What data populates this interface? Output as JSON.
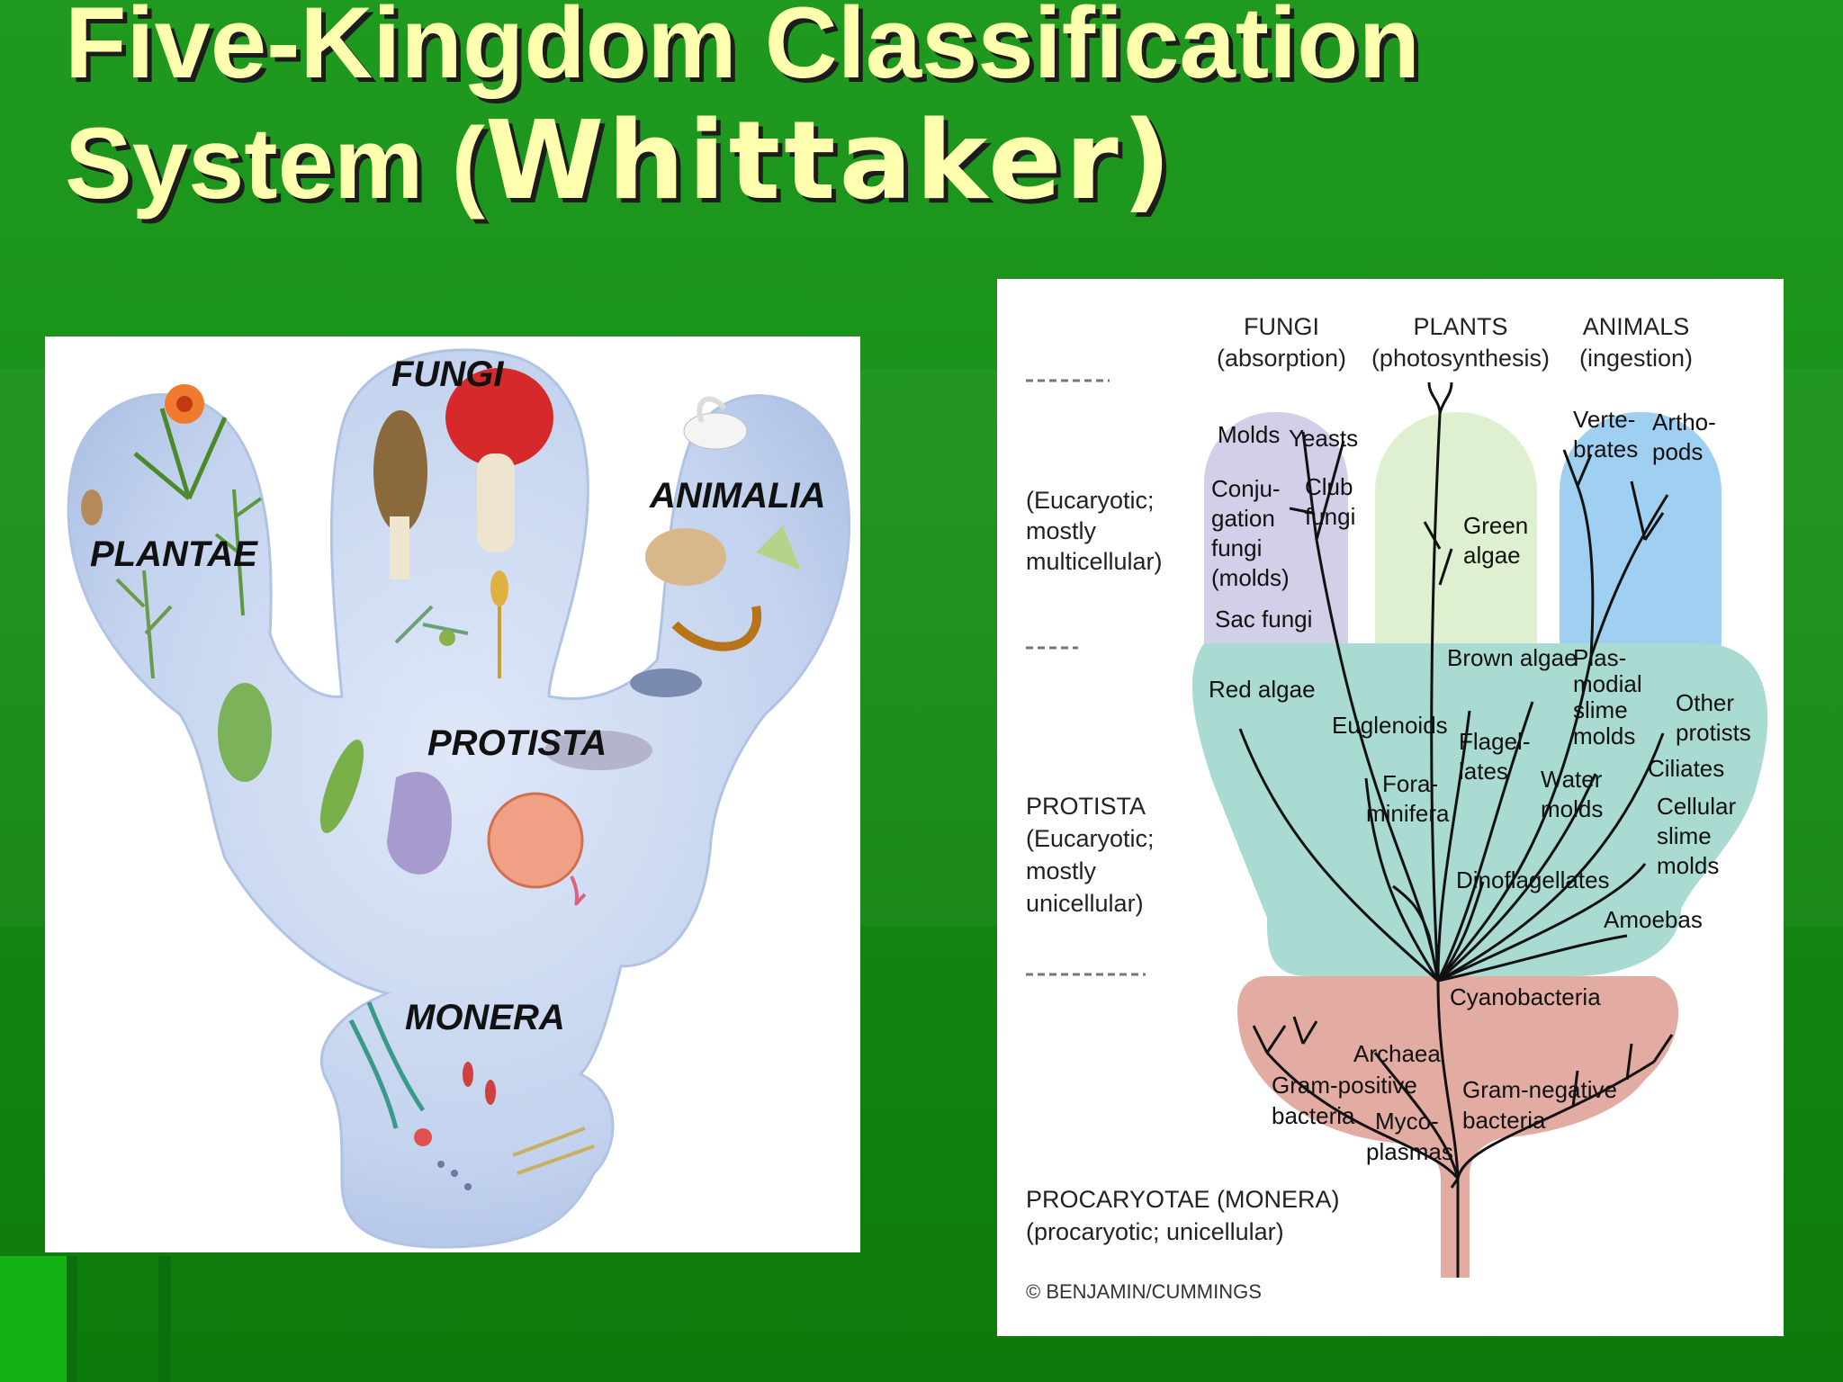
{
  "slide": {
    "title_line1": "Five-Kingdom Classification",
    "title_line2_prefix": "System (",
    "title_line2_emphasis": "Whittaker)"
  },
  "left_figure": {
    "kingdoms": {
      "plantae": "PLANTAE",
      "fungi": "FUNGI",
      "animalia": "ANIMALIA",
      "protista": "PROTISTA",
      "monera": "MONERA"
    }
  },
  "right_figure": {
    "headers": {
      "fungi": "FUNGI",
      "fungi_mode": "(absorption)",
      "plants": "PLANTS",
      "plants_mode": "(photosynthesis)",
      "animals": "ANIMALS",
      "animals_mode": "(ingestion)"
    },
    "side_labels": {
      "eucaryotic_multi": [
        "(Eucaryotic;",
        "mostly",
        "multicellular)"
      ],
      "protista": [
        "PROTISTA",
        "(Eucaryotic;",
        "mostly",
        "unicellular)"
      ],
      "procaryotae": [
        "PROCARYOTAE (MONERA)",
        "(procaryotic; unicellular)"
      ]
    },
    "groups": {
      "molds": "Molds",
      "yeasts": "Yeasts",
      "conjugation_fungi": [
        "Conju-",
        "gation",
        "fungi",
        "(molds)"
      ],
      "club_fungi": [
        "Club",
        "fungi"
      ],
      "sac_fungi": "Sac fungi",
      "green_algae": [
        "Green",
        "algae"
      ],
      "vertebrates": [
        "Verte-",
        "brates"
      ],
      "arthropods": [
        "Artho-",
        "pods"
      ],
      "red_algae": "Red algae",
      "brown_algae": "Brown algae",
      "plasmodial_slime_molds": [
        "Plas-",
        "modial",
        "slime",
        "molds"
      ],
      "other_protists": [
        "Other",
        "protists"
      ],
      "euglenoids": "Euglenoids",
      "flagellates": [
        "Flagel-",
        "lates"
      ],
      "water_molds": [
        "Water",
        "molds"
      ],
      "ciliates": "Ciliates",
      "foraminifera": [
        "Fora-",
        "minifera"
      ],
      "cellular_slime_molds": [
        "Cellular",
        "slime",
        "molds"
      ],
      "dinoflagellates": "Dinoflagellates",
      "amoebas": "Amoebas",
      "cyanobacteria": "Cyanobacteria",
      "archaea": "Archaea",
      "gram_positive": [
        "Gram-positive",
        "bacteria"
      ],
      "gram_negative": [
        "Gram-negative",
        "bacteria"
      ],
      "mycoplasmas": [
        "Myco-",
        "plasmas"
      ]
    },
    "credit": "© BENJAMIN/CUMMINGS"
  },
  "colors": {
    "background": "#1a931a",
    "title": "#ffffb0",
    "blob": "#c3d3ee",
    "fungi_lobe": "#d2cfe8",
    "plants_lobe": "#def0cf",
    "animals_lobe": "#9fd0f1",
    "protista_region": "#a9dbd3",
    "monera_region": "#e2aca3"
  }
}
